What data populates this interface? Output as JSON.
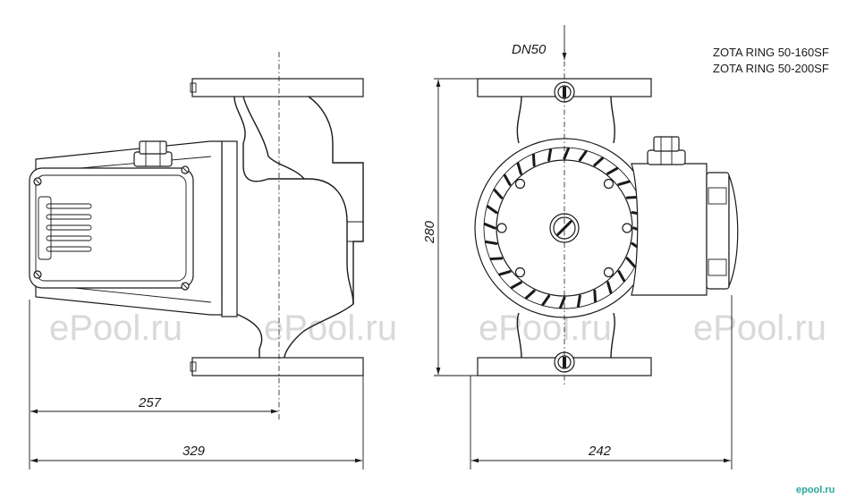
{
  "models": [
    "ZOTA RING 50-160SF",
    "ZOTA RING 50-200SF"
  ],
  "dimensions": {
    "flange_label": "DN50",
    "height": "280",
    "motor_axis_length": "257",
    "total_length": "329",
    "flange_width": "242"
  },
  "watermark": "ePool.ru",
  "brand_mark": "epool.ru"
}
